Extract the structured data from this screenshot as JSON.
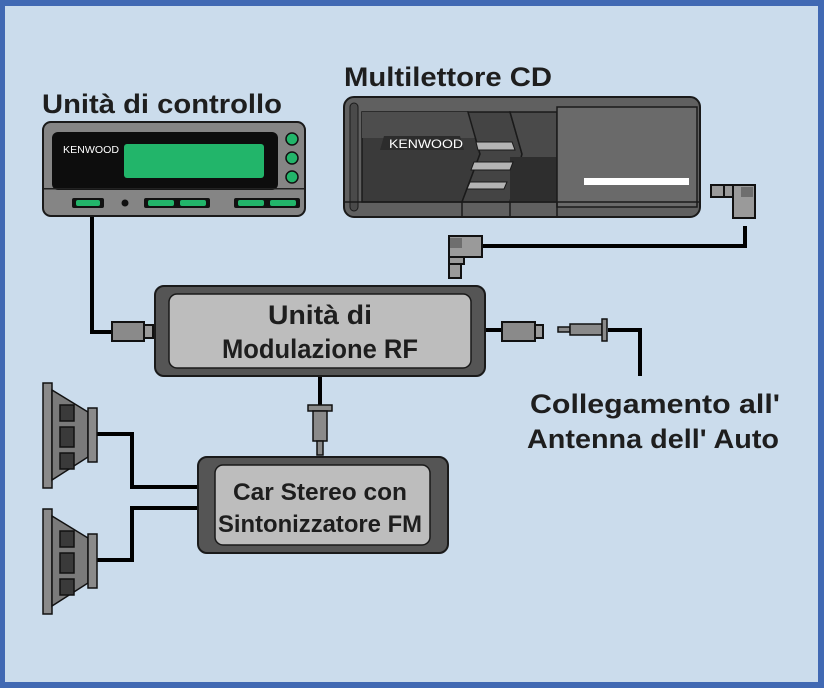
{
  "diagram": {
    "colors": {
      "border": "#4169b3",
      "background": "#cbdcec",
      "device_dark": "#555555",
      "box_inner": "#bdbdbd",
      "display_green": "#22b56a",
      "cable": "#000000"
    },
    "labels": {
      "control_unit": "Unità di controllo",
      "cd_changer": "Multilettore CD",
      "rf_unit_line1": "Unità di",
      "rf_unit_line2": "Modulazione RF",
      "car_stereo_line1": "Car Stereo con",
      "car_stereo_line2": "Sintonizzatore FM",
      "antenna_line1": "Collegamento all'",
      "antenna_line2": "Antenna dell' Auto"
    },
    "brand": {
      "control_unit_logo": "KENWOOD",
      "cd_changer_logo": "KENWOOD"
    },
    "nodes": [
      {
        "id": "control-unit",
        "label_key": "control_unit",
        "type": "head-unit"
      },
      {
        "id": "cd-changer",
        "label_key": "cd_changer",
        "type": "cd-changer"
      },
      {
        "id": "rf-modulator",
        "label_key": "rf_unit",
        "type": "box"
      },
      {
        "id": "car-stereo",
        "label_key": "car_stereo",
        "type": "box"
      },
      {
        "id": "antenna",
        "label_key": "antenna",
        "type": "endpoint"
      },
      {
        "id": "speaker-1",
        "type": "speaker"
      },
      {
        "id": "speaker-2",
        "type": "speaker"
      }
    ],
    "edges": [
      {
        "from": "control-unit",
        "to": "rf-modulator"
      },
      {
        "from": "cd-changer",
        "to": "rf-modulator"
      },
      {
        "from": "rf-modulator",
        "to": "antenna"
      },
      {
        "from": "rf-modulator",
        "to": "car-stereo"
      },
      {
        "from": "car-stereo",
        "to": "speaker-1"
      },
      {
        "from": "car-stereo",
        "to": "speaker-2"
      }
    ]
  }
}
